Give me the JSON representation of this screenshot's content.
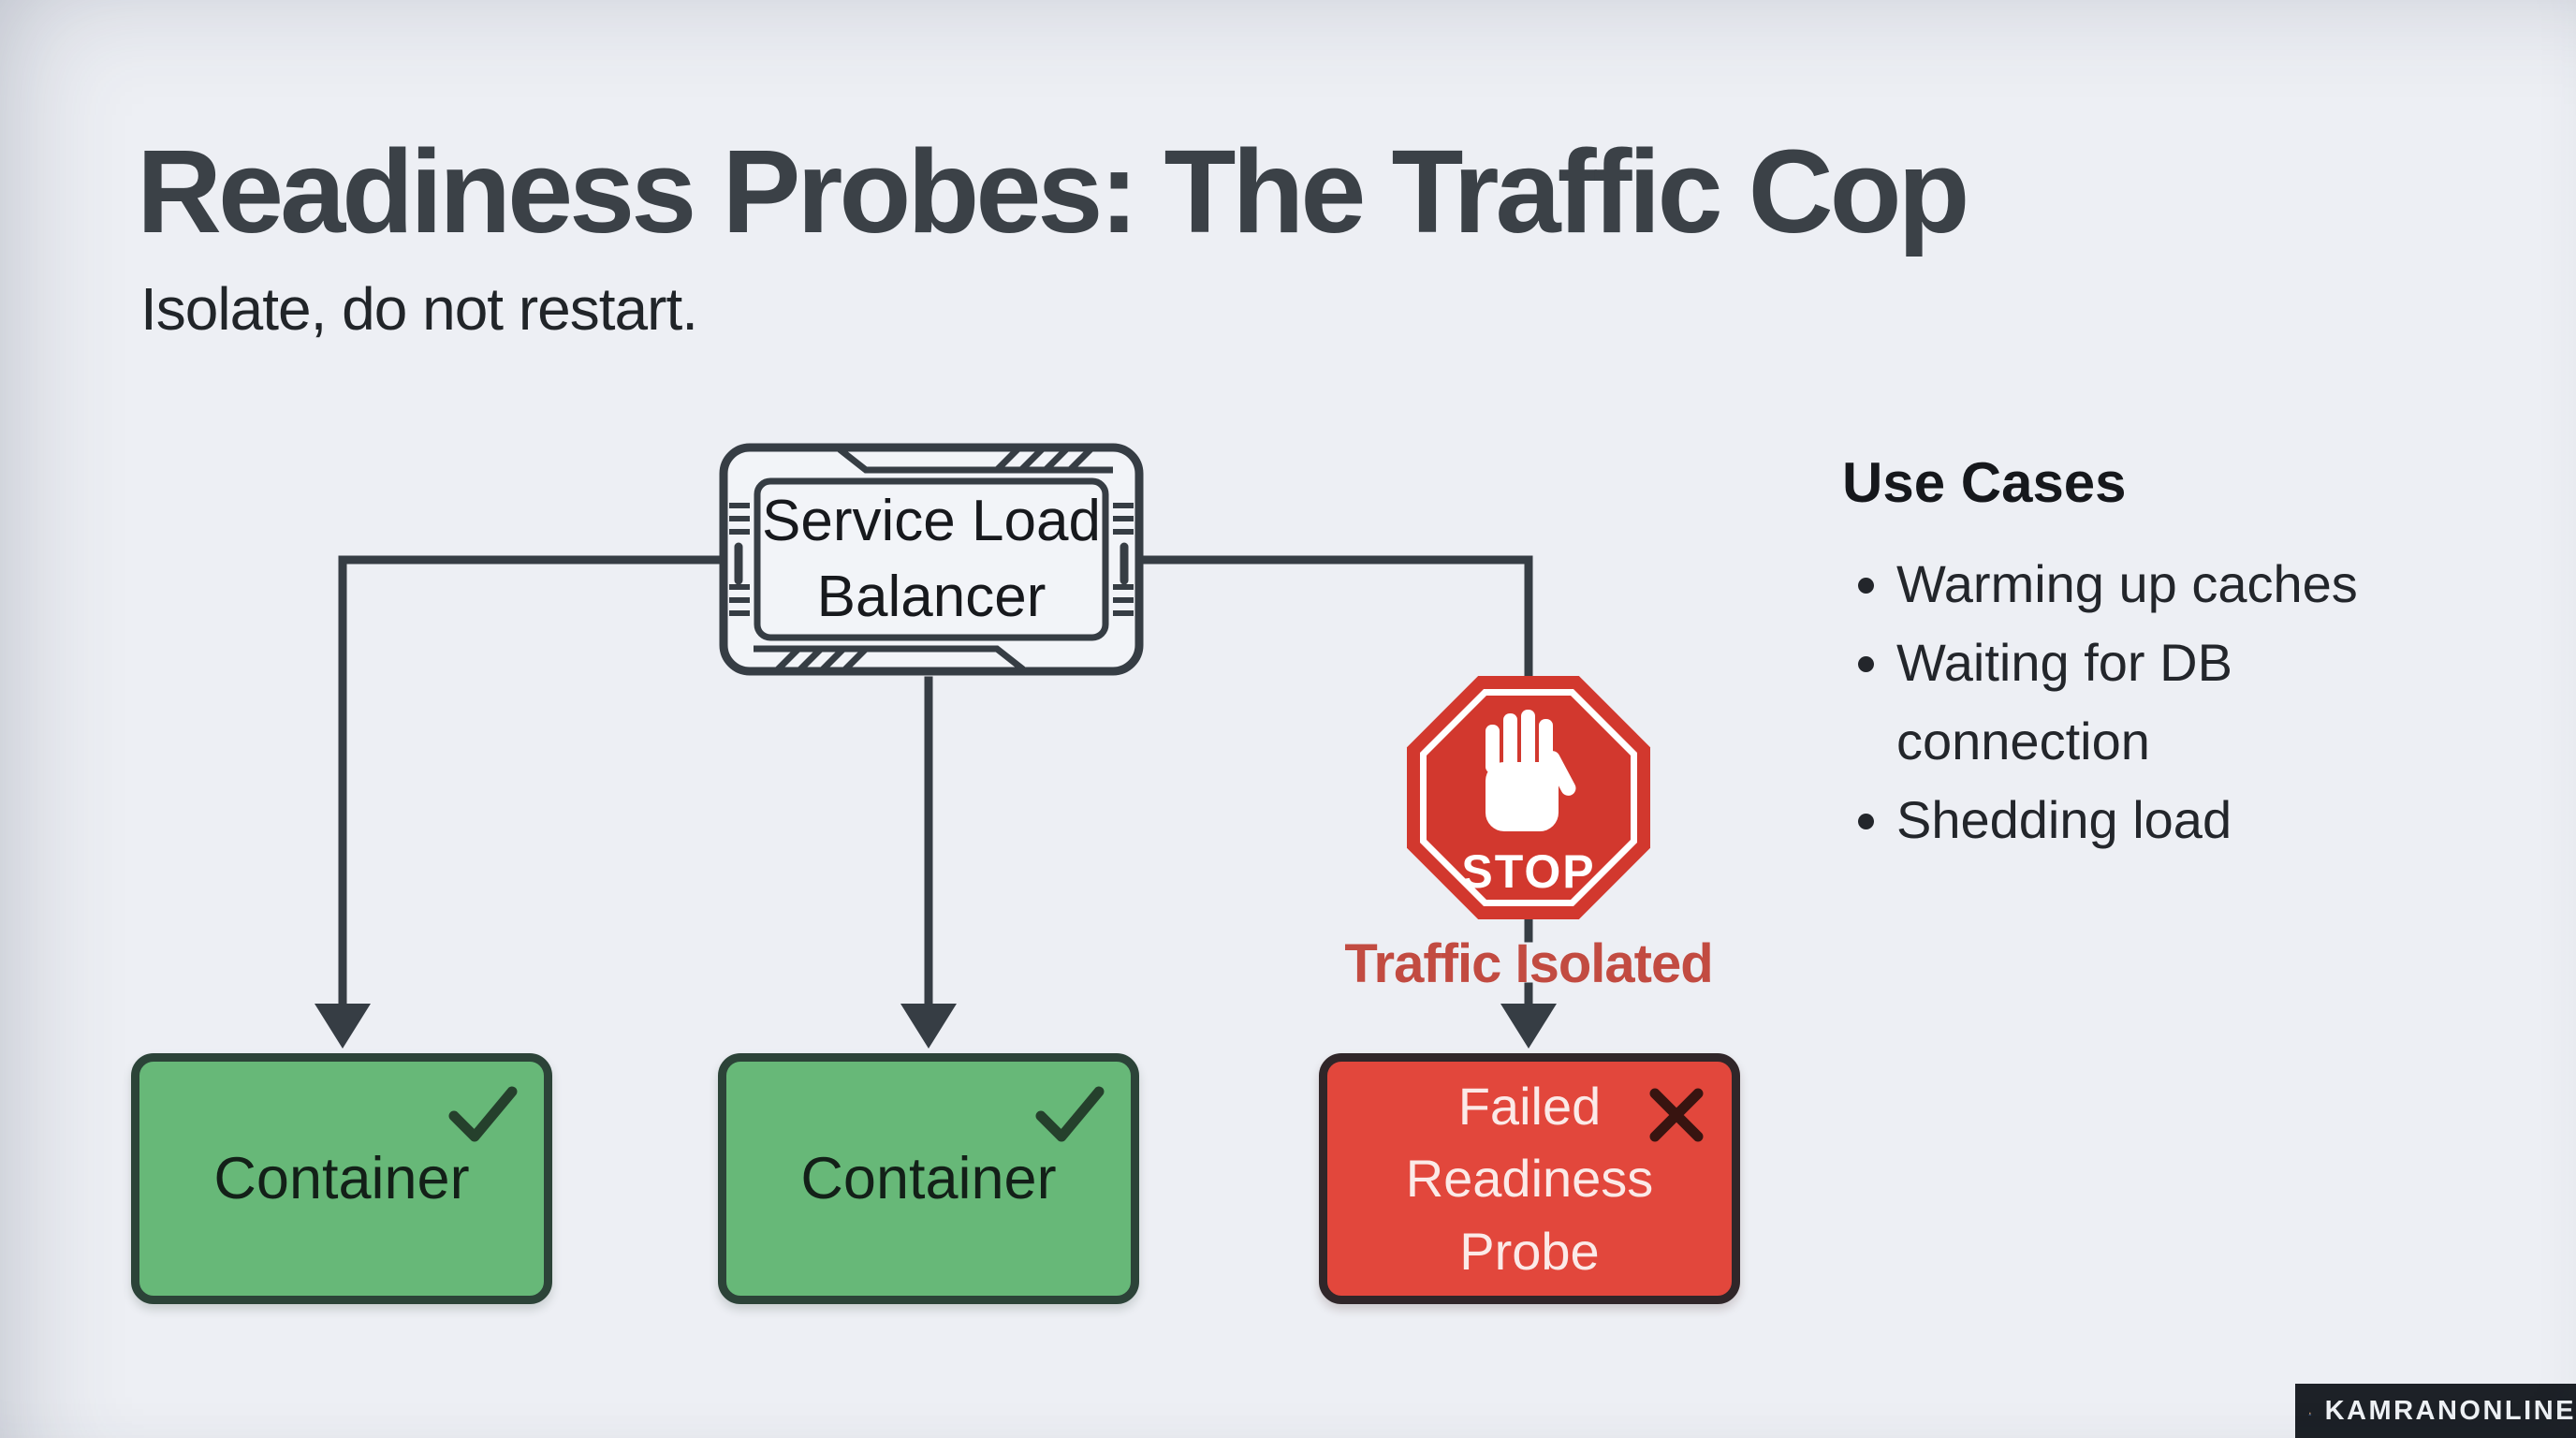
{
  "page": {
    "title": "Readiness Probes: The Traffic Cop",
    "subtitle": "Isolate, do not restart."
  },
  "diagram": {
    "load_balancer": {
      "line1": "Service Load",
      "line2": "Balancer"
    },
    "containers": [
      {
        "label": "Container",
        "status": "ready",
        "status_icon": "check-icon"
      },
      {
        "label": "Container",
        "status": "ready",
        "status_icon": "check-icon"
      }
    ],
    "failed_box": {
      "lines": [
        "Failed",
        "Readiness",
        "Probe"
      ],
      "status": "failed",
      "status_icon": "x-icon"
    },
    "stop_sign": {
      "label": "STOP",
      "icon": "stop-hand-icon"
    },
    "isolation_caption": "Traffic Isolated"
  },
  "use_cases": {
    "heading": "Use Cases",
    "items": [
      "Warming up caches",
      "Waiting for DB connection",
      "Shedding load"
    ]
  },
  "watermark": {
    "text": "KAMRANONLINE"
  },
  "colors": {
    "background": "#edeff4",
    "ink": "#363d44",
    "healthy_green": "#67b878",
    "failed_red": "#e2473c",
    "stop_red": "#d2382e",
    "caption_red": "#c24b41",
    "watermark_bg": "#1d2127"
  }
}
